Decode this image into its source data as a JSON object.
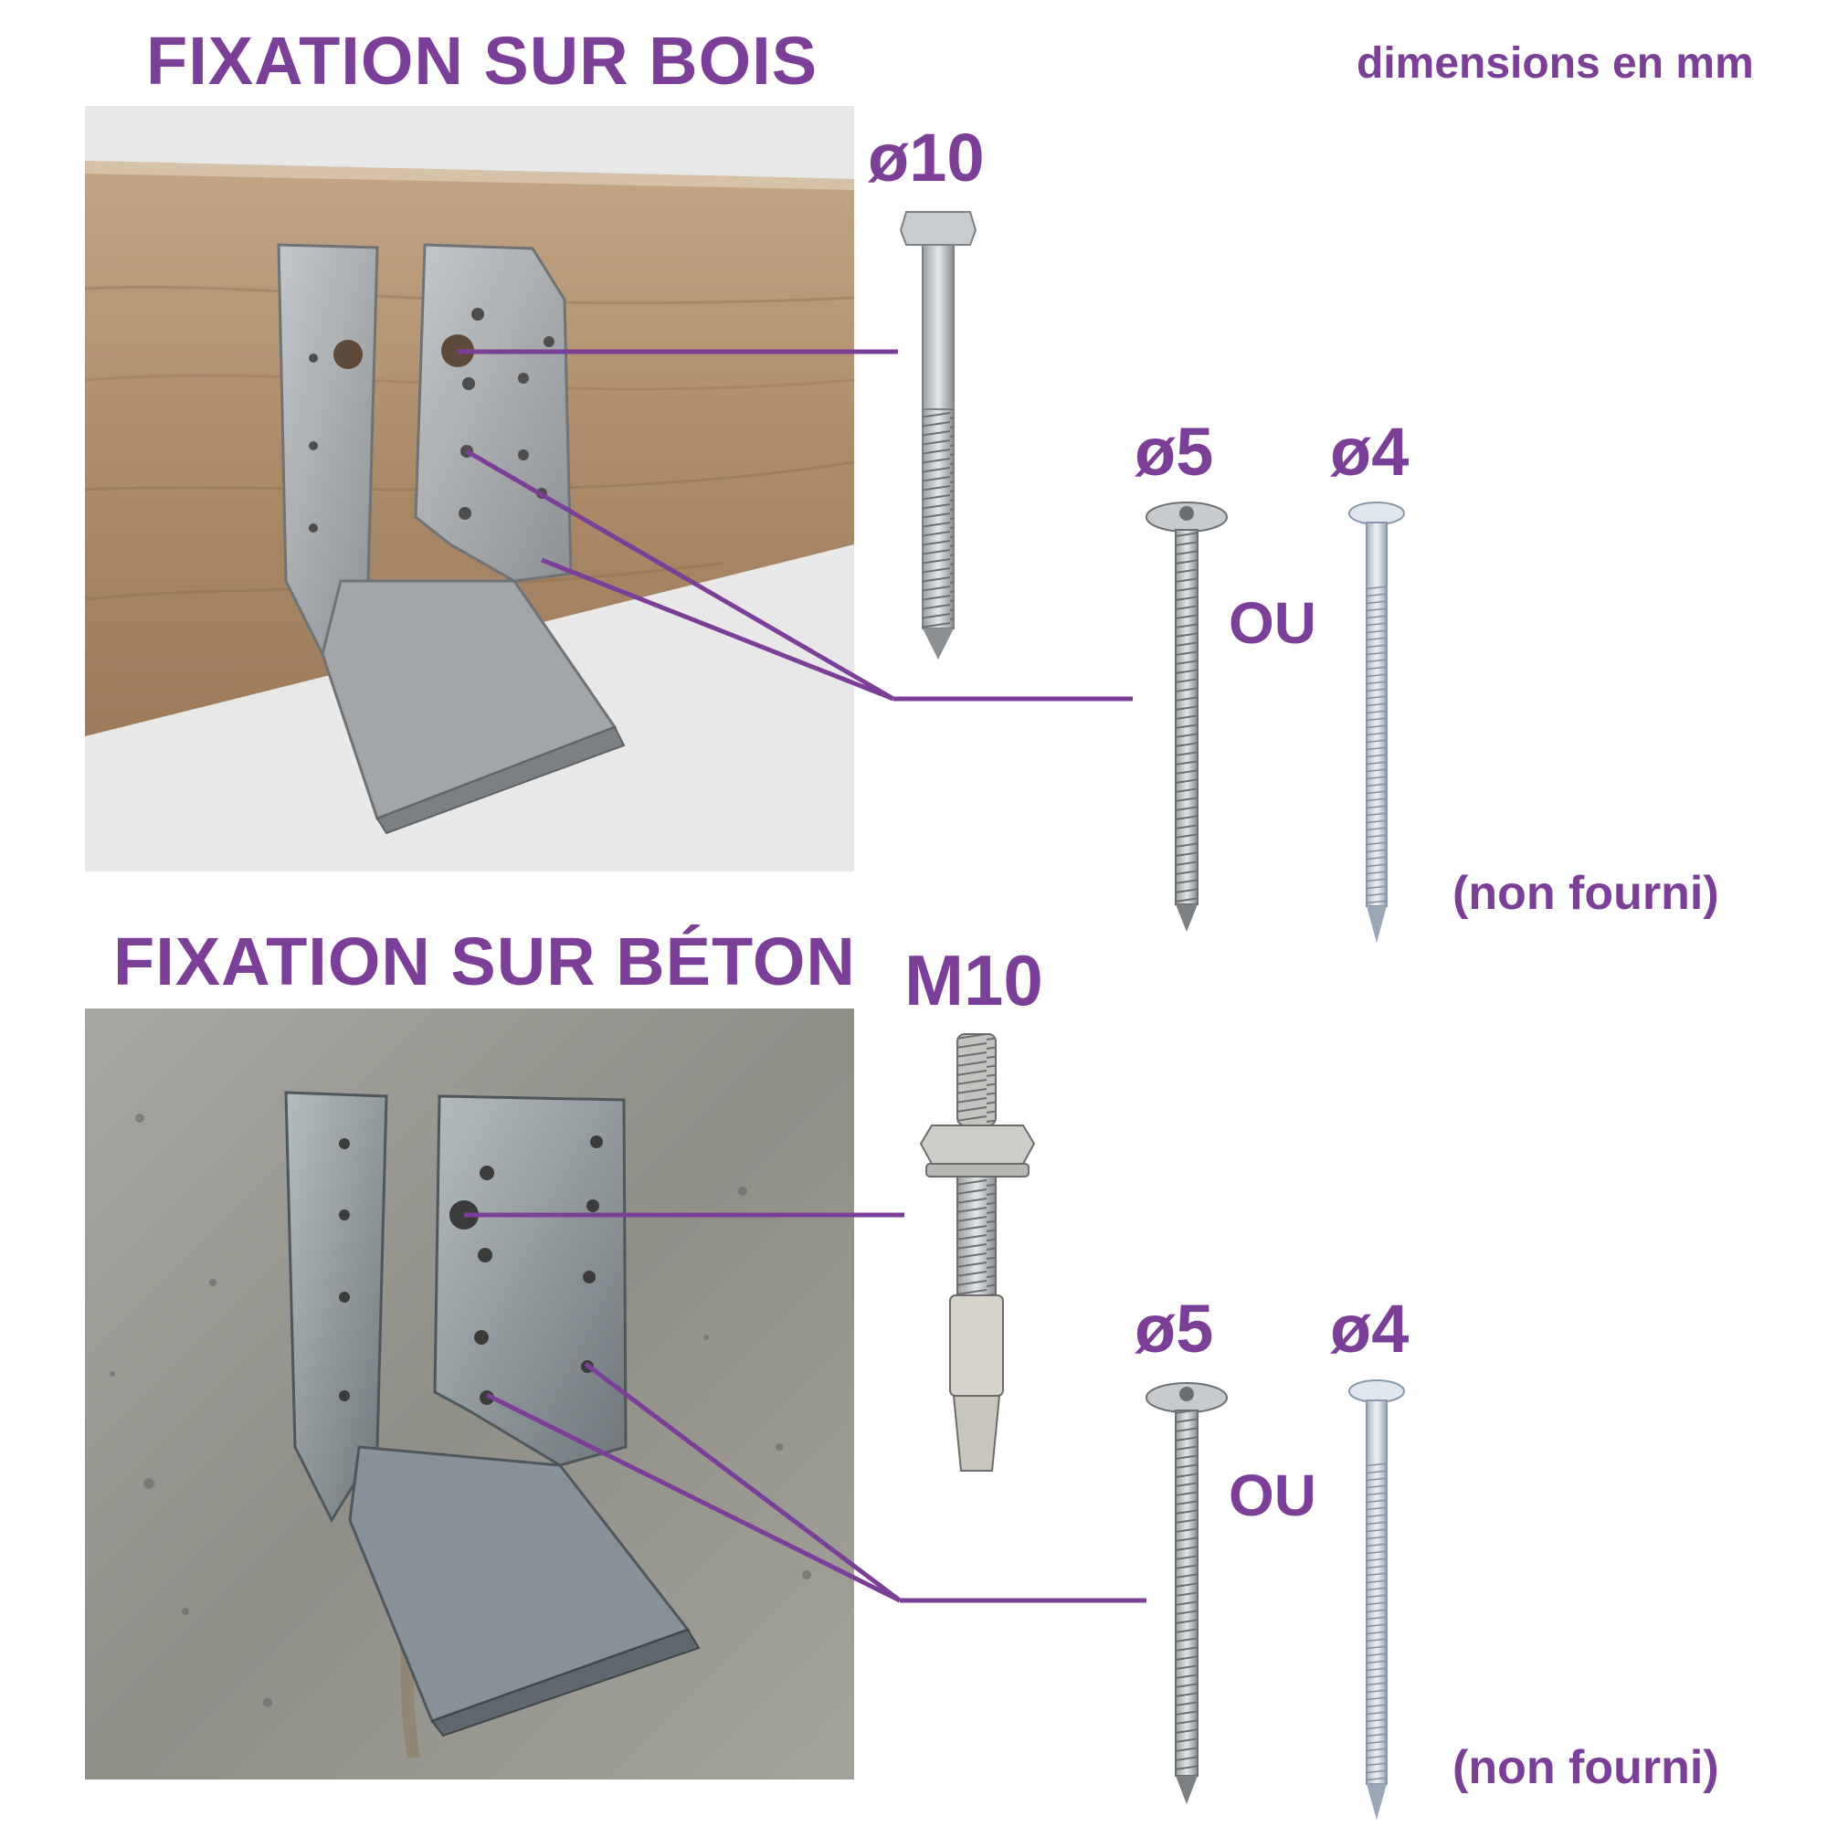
{
  "header": {
    "units_note": "dimensions en mm"
  },
  "sections": {
    "wood": {
      "title": "FIXATION SUR BOIS",
      "bolt_label": "ø10",
      "screw_label": "ø5",
      "or_label": "OU",
      "nail_label": "ø4",
      "note": "(non fourni)"
    },
    "concrete": {
      "title": "FIXATION SUR BÉTON",
      "anchor_label": "M10",
      "screw_label": "ø5",
      "or_label": "OU",
      "nail_label": "ø4",
      "note": "(non fourni)"
    }
  },
  "colors": {
    "accent": "#7b3f98",
    "wood": "#b39474",
    "concrete": "#9a9a94",
    "metal": "#a9adb0"
  }
}
